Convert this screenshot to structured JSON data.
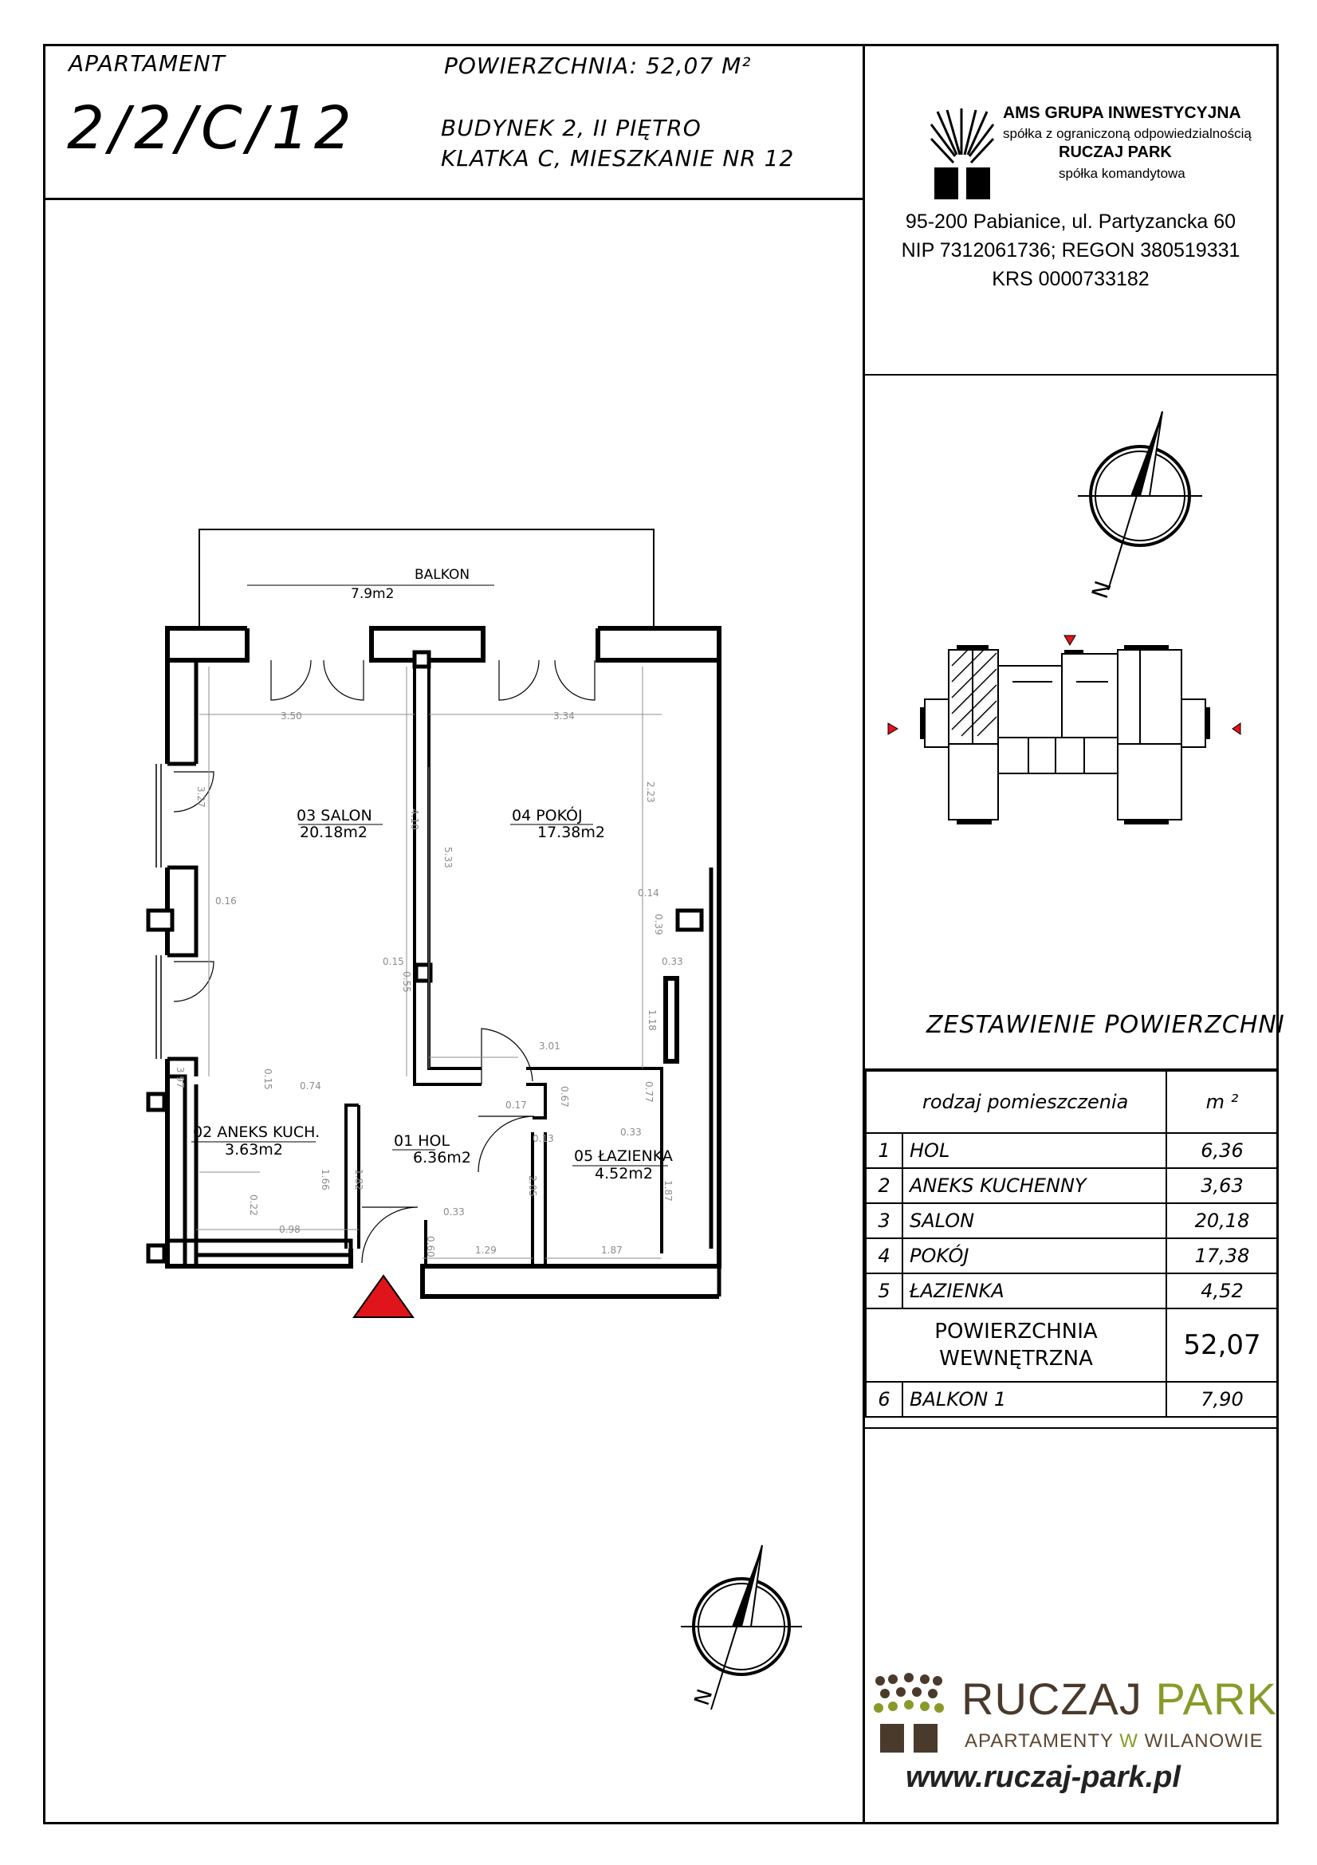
{
  "header": {
    "apt_label": "APARTAMENT",
    "apt_number": "2/2/C/12",
    "area_label": "POWIERZCHNIA: 52,07 M²",
    "building_line1": "BUDYNEK 2, II PIĘTRO",
    "building_line2": "KLATKA C, MIESZKANIE NR 12"
  },
  "company": {
    "name": "AMS GRUPA INWESTYCYJNA",
    "sub1": "spółka z ograniczoną odpowiedzialnością",
    "name2": "RUCZAJ PARK",
    "sub2": "spółka komandytowa",
    "address": "95-200 Pabianice, ul. Partyzancka 60",
    "nip_regon": "NIP 7312061736; REGON 380519331",
    "krs": "KRS 0000733182"
  },
  "plan": {
    "balcony_name": "BALKON",
    "balcony_area": "7.9m2",
    "salon_name": "03 SALON",
    "salon_area": "20.18m2",
    "pokoj_name": "04 POKÓJ",
    "pokoj_area": "17.38m2",
    "aneks_name": "02 ANEKS KUCH.",
    "aneks_area": "3.63m2",
    "hol_name": "01 HOL",
    "hol_area": "6.36m2",
    "lazienka_name": "05 ŁAZIENKA",
    "lazienka_area": "4.52m2",
    "dims": {
      "d350": "3.50",
      "d334": "3.34",
      "d327": "3.27",
      "d410": "4.10",
      "d533": "5.33",
      "d223": "2.23",
      "d016": "0.16",
      "d014": "0.14",
      "d039": "0.39",
      "d033a": "0.33",
      "d015": "0.15",
      "d055": "0.55",
      "d118": "1.18",
      "d301": "3.01",
      "d015b": "0.15",
      "d074": "0.74",
      "d017": "0.17",
      "d067": "0.67",
      "d077": "0.77",
      "d013": "0.13",
      "d033b": "0.33",
      "d397": "3.97",
      "d166": "1.66",
      "d182": "1.82",
      "d205": "2.05",
      "d187v": "1.87",
      "d022": "0.22",
      "d098": "0.98",
      "d033c": "0.33",
      "d060": "0.60",
      "d129": "1.29",
      "d187": "1.87"
    },
    "north_letter": "N"
  },
  "summary": {
    "title": "ZESTAWIENIE POWIERZCHNI",
    "col_type": "rodzaj pomieszczenia",
    "col_unit": "m ²",
    "rows": [
      {
        "num": "1",
        "name": "HOL",
        "value": "6,36"
      },
      {
        "num": "2",
        "name": "ANEKS KUCHENNY",
        "value": "3,63"
      },
      {
        "num": "3",
        "name": "SALON",
        "value": "20,18"
      },
      {
        "num": "4",
        "name": "POKÓJ",
        "value": "17,38"
      },
      {
        "num": "5",
        "name": "ŁAZIENKA",
        "value": "4,52"
      }
    ],
    "total_label_1": "POWIERZCHNIA",
    "total_label_2": "WEWNĘTRZNA",
    "total_value": "52,07",
    "balcony_row": {
      "num": "6",
      "name": "BALKON 1",
      "value": "7,90"
    }
  },
  "brand": {
    "title_part1": "RUCZAJ ",
    "title_part2": "PARK",
    "sub_part1": "APARTAMENTY ",
    "sub_part2": "W",
    "sub_part3": " WILANOWIE",
    "website": "www.ruczaj-park.pl",
    "color_dark": "#4a3a2c",
    "color_green": "#8a9a2a"
  }
}
